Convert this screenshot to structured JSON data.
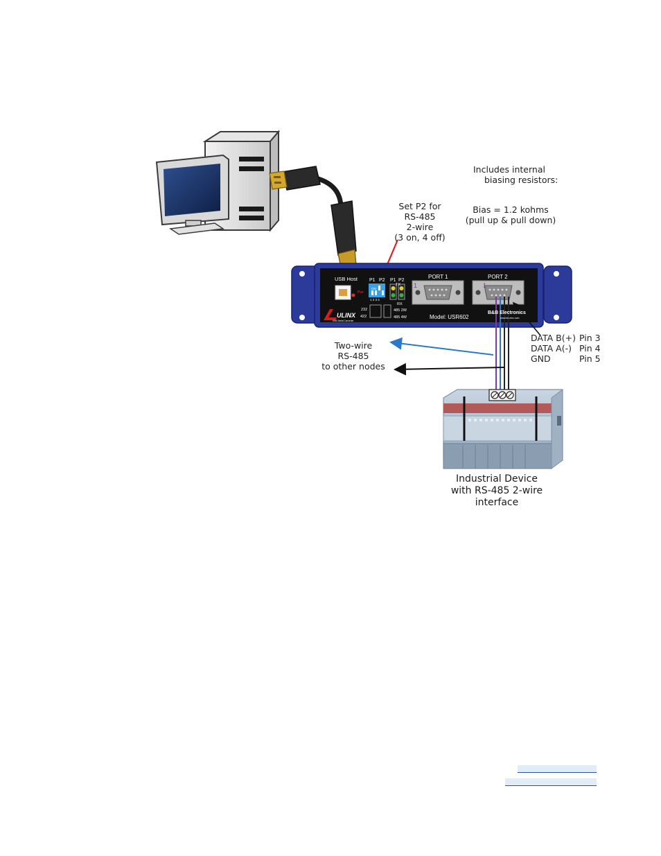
{
  "annotations": {
    "set_p2": [
      "Set P2 for",
      "RS-485",
      "2-wire",
      "(3 on, 4 off)"
    ],
    "biasing": [
      "Includes internal",
      "biasing resistors:"
    ],
    "bias_value": [
      "Bias = 1.2 kohms",
      "(pull up & pull down)"
    ],
    "two_wire": [
      "Two-wire",
      "RS-485",
      "to other nodes"
    ],
    "pins": [
      {
        "signal": "DATA B(+)",
        "pin": "Pin 3"
      },
      {
        "signal": "DATA A(-)",
        "pin": "Pin 4"
      },
      {
        "signal": "GND",
        "pin": "Pin 5"
      }
    ],
    "device_caption": [
      "Industrial Device",
      "with RS-485 2-wire",
      "interface"
    ]
  },
  "converter": {
    "usb_host": "USB Host",
    "pwr": "Pwr",
    "p1": "P1",
    "p2": "P2",
    "on": "ON",
    "dip_numbers": "1  2  3  4",
    "tx": "TX",
    "rx": "RX",
    "port1": "PORT 1",
    "port2": "PORT 2",
    "pin1": "1",
    "mode_232": "232",
    "mode_422": "422",
    "mode_485_2w": "485 2W",
    "mode_485_4w": "485 4W",
    "model": "Model: USR602",
    "brand": "ULINX",
    "brand_sub": "USB Serial Converter",
    "maker": "B&B Electronics",
    "maker_sub": "www.bb-elec.com"
  },
  "colors": {
    "panel_frame": "#2c3a9a",
    "panel_face": "#111111",
    "arrow_red": "#e02020",
    "wire_blue": "#2f6fd0",
    "wire_purple": "#7a3aa0",
    "arrow_blue": "#2a78c8",
    "device_body": "#a9b9c9"
  }
}
